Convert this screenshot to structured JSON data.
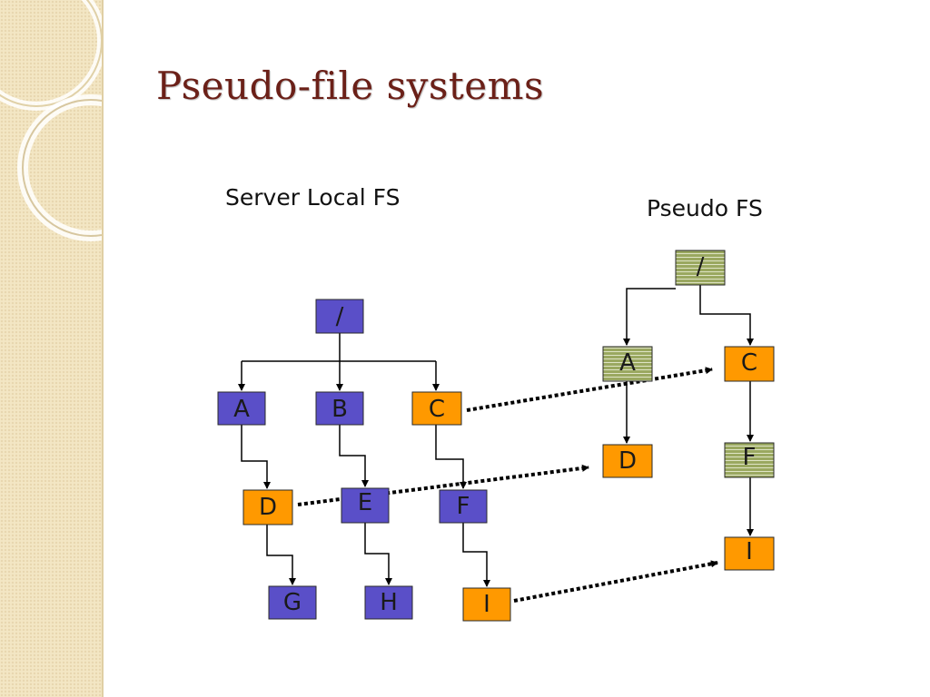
{
  "slide": {
    "title": "Pseudo-file systems",
    "server_label": "Server Local FS",
    "pseudo_label": "Pseudo FS"
  },
  "colors": {
    "title": "#6b2018",
    "dir_blue": "#5a4fc8",
    "exported_orange": "#ff9900",
    "pseudo_green": "#9aa860",
    "sidebar": "#f3e6c4"
  },
  "server_tree": {
    "root": "/",
    "a": "A",
    "b": "B",
    "c": "C",
    "d": "D",
    "e": "E",
    "f": "F",
    "g": "G",
    "h": "H",
    "i": "I"
  },
  "pseudo_tree": {
    "root": "/",
    "a": "A",
    "c": "C",
    "d": "D",
    "f": "F",
    "i": "I"
  }
}
